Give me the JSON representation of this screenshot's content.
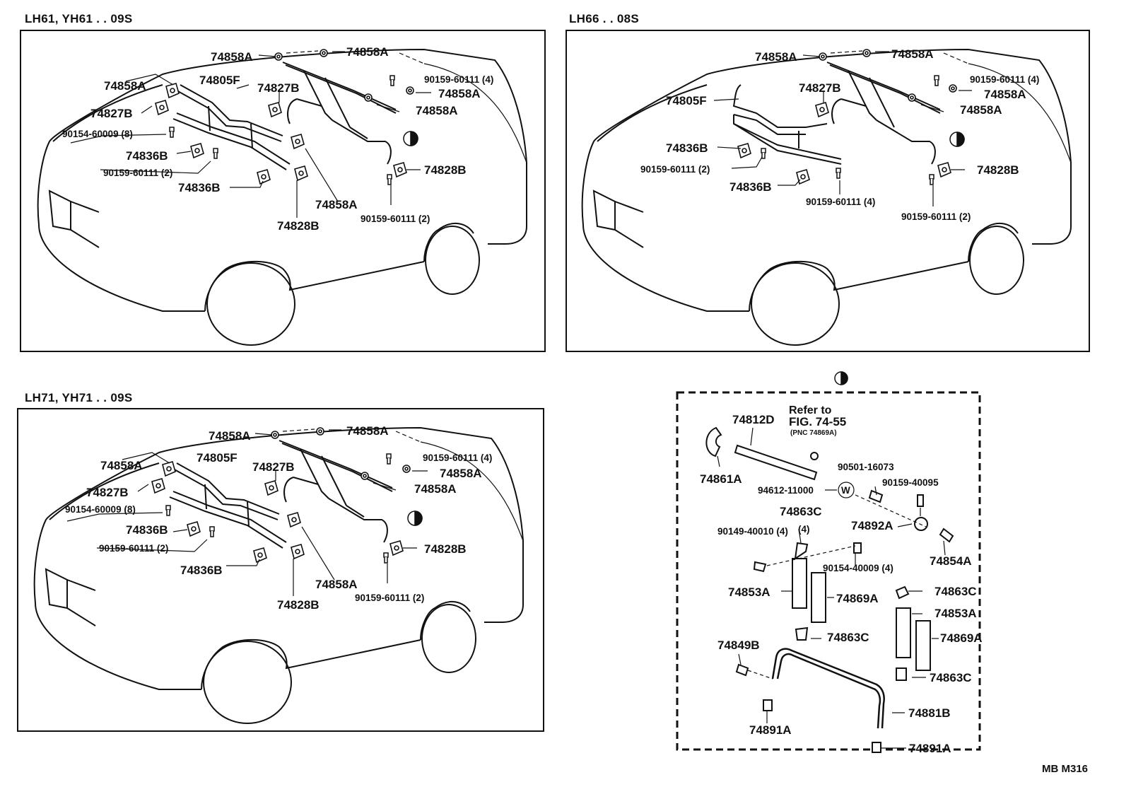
{
  "captions": {
    "p1": "LH61, YH61 . . 09S",
    "p2": "LH66 . . 08S",
    "p3": "LH71, YH71 . . 09S"
  },
  "p1": {
    "c1": "74858A",
    "c2": "74858A",
    "c3": "74858A",
    "c4": "74805F",
    "c5": "74827B",
    "c6": "74827B",
    "c7": "90159-60111 (4)",
    "c8": "74858A",
    "c9": "74858A",
    "c10": "90154-60009 (8)",
    "c11": "74836B",
    "c12": "90159-60111 (2)",
    "c13": "74836B",
    "c14": "74828B",
    "c15": "74858A",
    "c16": "74828B",
    "c17": "90159-60111 (2)"
  },
  "p2": {
    "c1": "74858A",
    "c2": "74858A",
    "c3": "90159-60111 (4)",
    "c4": "74858A",
    "c5": "74827B",
    "c6": "74805F",
    "c7": "74858A",
    "c8": "74836B",
    "c9": "90159-60111 (2)",
    "c10": "74828B",
    "c11": "74836B",
    "c12": "90159-60111 (4)",
    "c13": "90159-60111 (2)"
  },
  "p3": {
    "c1": "74858A",
    "c2": "74858A",
    "c3": "74858A",
    "c4": "74805F",
    "c5": "74827B",
    "c6": "90159-60111 (4)",
    "c7": "74858A",
    "c8": "74827B",
    "c9": "74858A",
    "c10": "90154-60009 (8)",
    "c11": "74836B",
    "c12": "90159-60111 (2)",
    "c13": "74828B",
    "c14": "74836B",
    "c15": "74858A",
    "c16": "74828B",
    "c17": "90159-60111 (2)"
  },
  "detail": {
    "refer1": "Refer to",
    "refer2": "FIG. 74-55",
    "refer3": "(PNC 74869A)",
    "w": "W",
    "c1": "74812D",
    "c2": "74861A",
    "c3": "90501-16073",
    "c4": "90159-40095",
    "c5": "94612-11000",
    "c6": "74863C",
    "c7": "(4)",
    "c8": "74892A",
    "c9": "90149-40010 (4)",
    "c10": "74854A",
    "c11": "90154-40009 (4)",
    "c12": "74863C",
    "c13": "74853A",
    "c14": "74869A",
    "c15": "74853A",
    "c16": "74863C",
    "c17": "74869A",
    "c18": "74849B",
    "c19": "74863C",
    "c20": "74881B",
    "c21": "74891A",
    "c22": "74891A"
  },
  "footer": "MB  M316"
}
